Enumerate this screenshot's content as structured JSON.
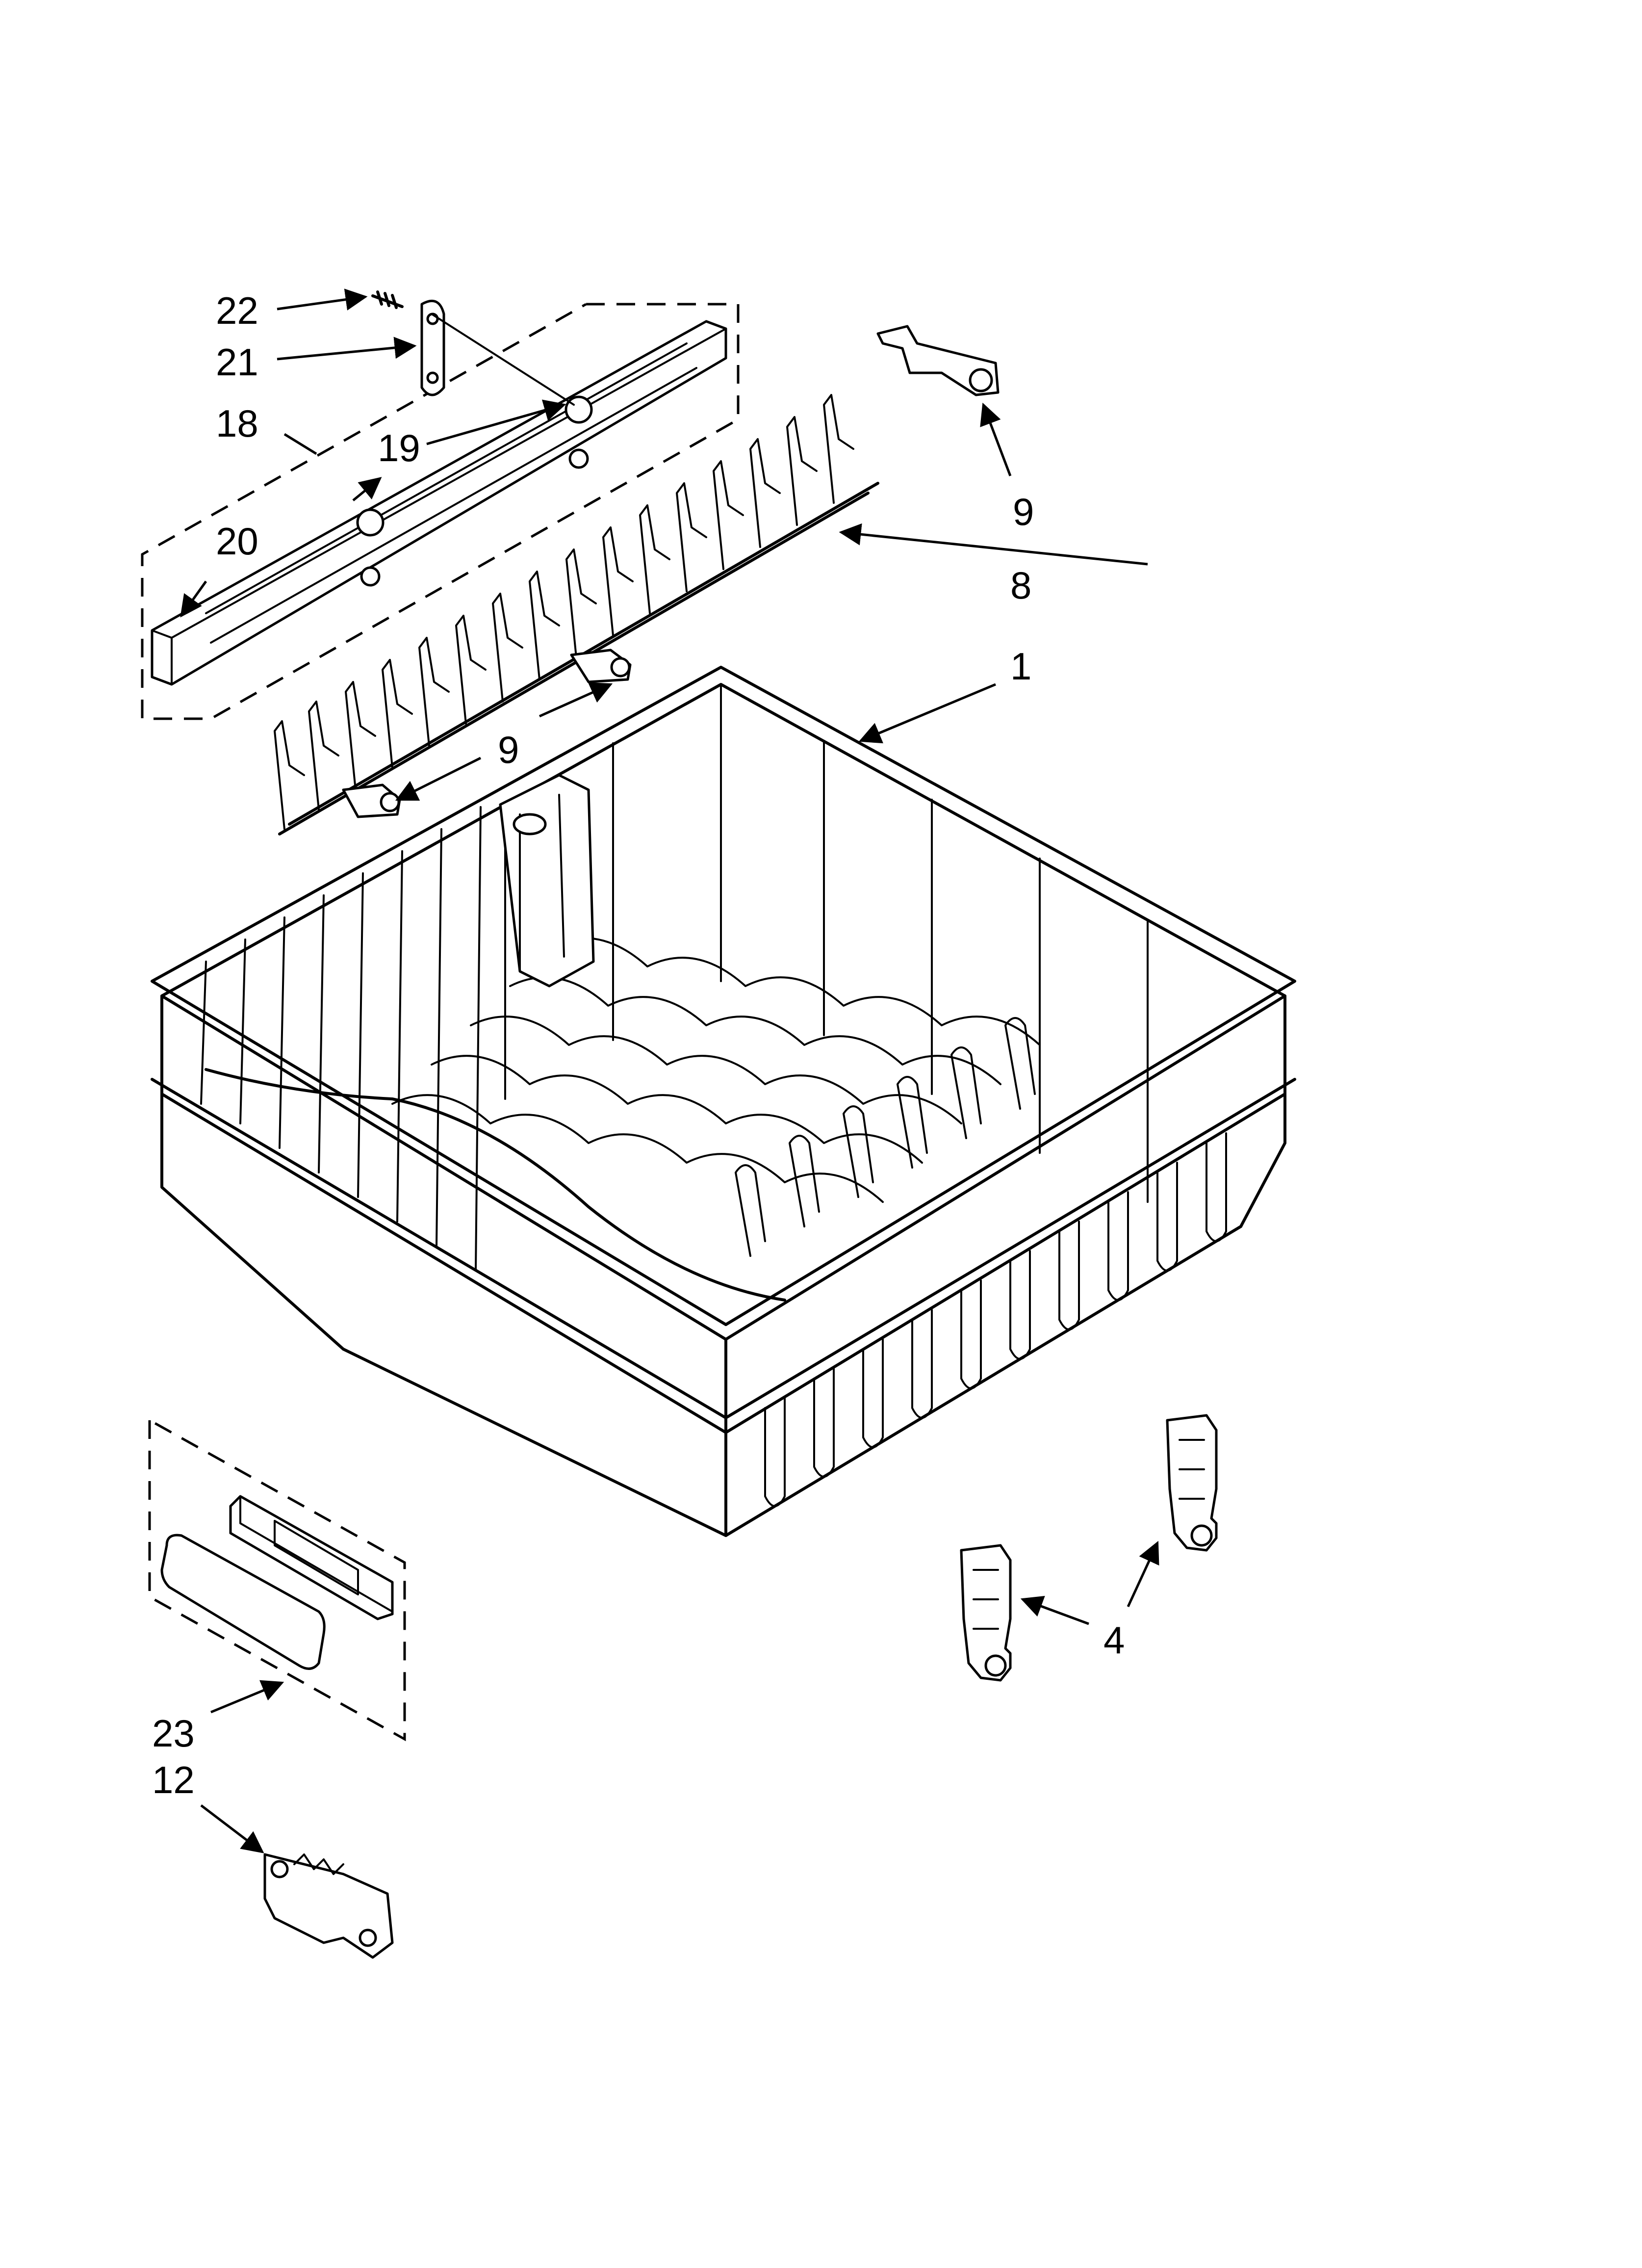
{
  "diagram": {
    "type": "exploded parts diagram",
    "callouts": {
      "c22": "22",
      "c21": "21",
      "c18": "18",
      "c19": "19",
      "c20": "20",
      "c9a": "9",
      "c8": "8",
      "c1": "1",
      "c9b": "9",
      "c4": "4",
      "c23": "23",
      "c12": "12"
    }
  }
}
